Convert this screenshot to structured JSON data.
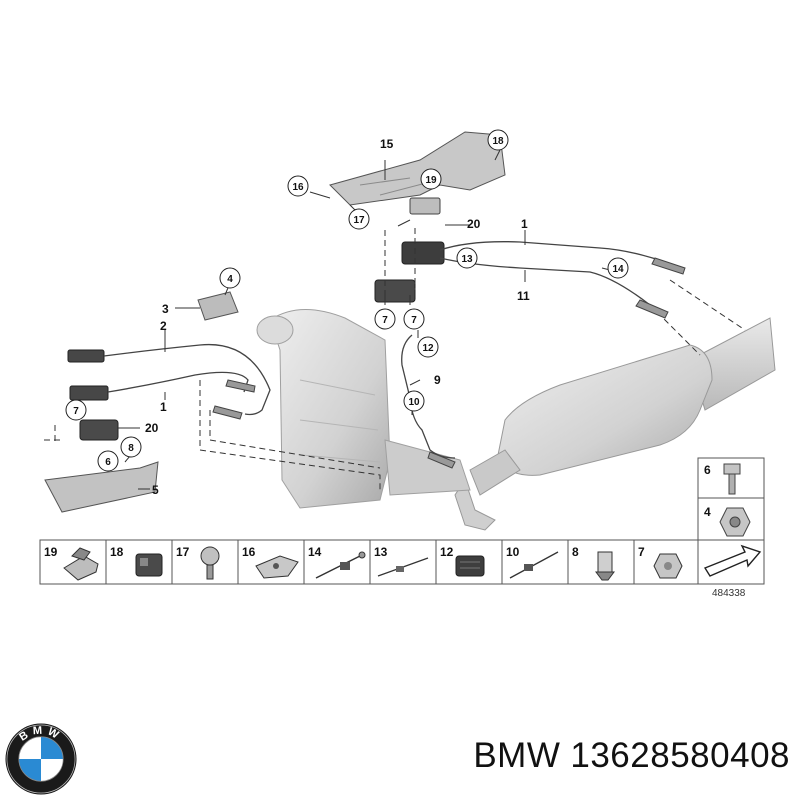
{
  "diagram": {
    "drawing_number": "484338",
    "plain_callouts": [
      "15",
      "20",
      "1",
      "11",
      "9",
      "3",
      "2",
      "1",
      "20",
      "5"
    ],
    "circled_callouts": [
      "18",
      "16",
      "19",
      "17",
      "13",
      "14",
      "7",
      "7",
      "12",
      "10",
      "4",
      "7",
      "8",
      "6"
    ],
    "legend_strip": [
      "19",
      "18",
      "17",
      "16",
      "14",
      "13",
      "12",
      "10",
      "8",
      "7"
    ],
    "side_legend": [
      "6",
      "4"
    ]
  },
  "footer": {
    "brand": "BMW",
    "part_number": "13628580408",
    "logo_letters": "BMW"
  },
  "colors": {
    "line": "#333333",
    "part_fill": "#d6d6d6",
    "part_shadow": "#a8a8a8",
    "logo_blue": "#2a8ad3",
    "logo_ring": "#1a1a1a"
  }
}
